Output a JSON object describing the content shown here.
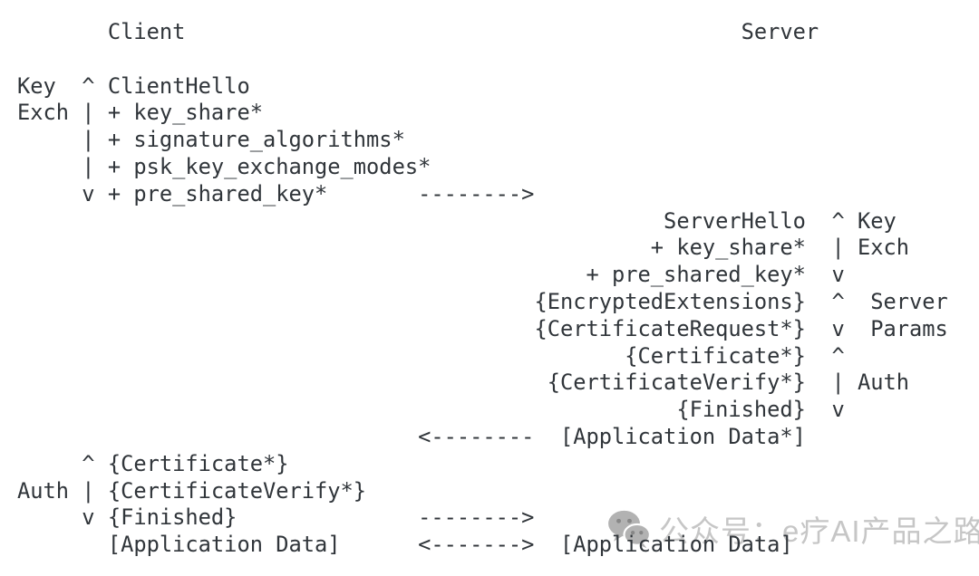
{
  "page": {
    "background": "#ffffff"
  },
  "diagram": {
    "description_visible_headers": {
      "client_label": "Client",
      "server_label": "Server"
    },
    "text_color": "#30353a",
    "lines": [
      "       Client                                           Server",
      "",
      "Key  ^ ClientHello",
      "Exch | + key_share*",
      "     | + signature_algorithms*",
      "     | + psk_key_exchange_modes*",
      "     v + pre_shared_key*       -------->",
      "                                                  ServerHello  ^ Key",
      "                                                 + key_share*  | Exch",
      "                                            + pre_shared_key*  v",
      "                                        {EncryptedExtensions}  ^  Server",
      "                                        {CertificateRequest*}  v  Params",
      "                                               {Certificate*}  ^",
      "                                         {CertificateVerify*}  | Auth",
      "                                                   {Finished}  v",
      "                               <--------  [Application Data*]",
      "     ^ {Certificate*}",
      "Auth | {CertificateVerify*}",
      "     v {Finished}              -------->",
      "       [Application Data]      <------->  [Application Data]"
    ]
  },
  "watermark": {
    "icon": "wechat-icon",
    "text": "公众号：e疗AI产品之路",
    "text_color": "#c6c6c6",
    "icon_color": "#b2b2b2",
    "icon_eye_color": "#878787"
  }
}
